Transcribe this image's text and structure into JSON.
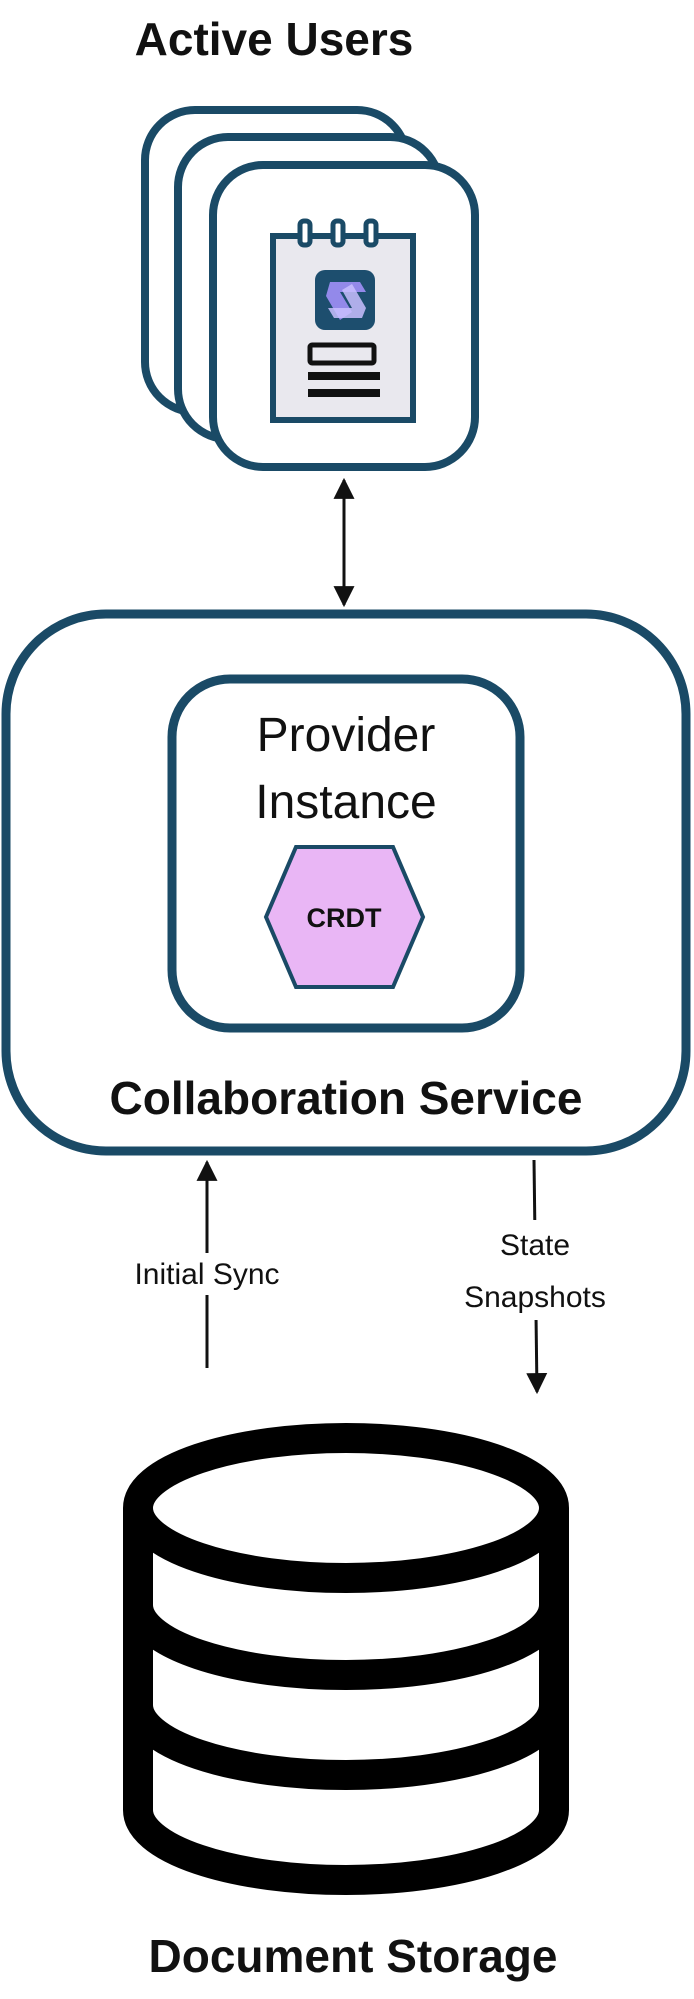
{
  "labels": {
    "active_users": "Active Users",
    "provider_line1": "Provider",
    "provider_line2": "Instance",
    "crdt": "CRDT",
    "collaboration_service": "Collaboration Service",
    "initial_sync": "Initial Sync",
    "state_line1": "State",
    "state_line2": "Snapshots",
    "document_storage": "Document Storage"
  },
  "colors": {
    "stroke_primary": "#1a4a66",
    "crdt_fill": "#e9b6f5",
    "notebook_fill": "#e9e8ee",
    "database": "#000000",
    "logo_bg": "#1d4e6e",
    "logo_mark": "#9a8cf0"
  },
  "icons": {
    "user_card": "notebook-icon",
    "logo": "app-logo-icon",
    "storage": "database-icon"
  }
}
